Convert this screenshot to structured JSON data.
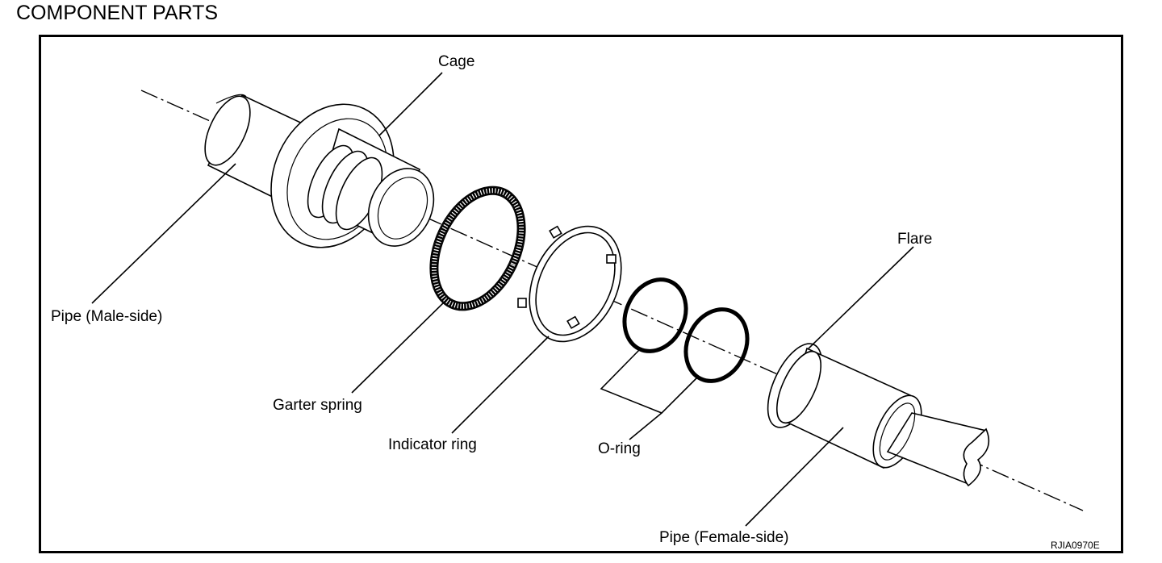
{
  "header": {
    "title": "COMPONENT PARTS"
  },
  "diagram": {
    "labels": {
      "cage": "Cage",
      "pipe_male": "Pipe (Male-side)",
      "garter_spring": "Garter spring",
      "indicator_ring": "Indicator ring",
      "o_ring": "O-ring",
      "flare": "Flare",
      "pipe_female": "Pipe (Female-side)"
    },
    "figure_code": "RJIA0970E"
  }
}
